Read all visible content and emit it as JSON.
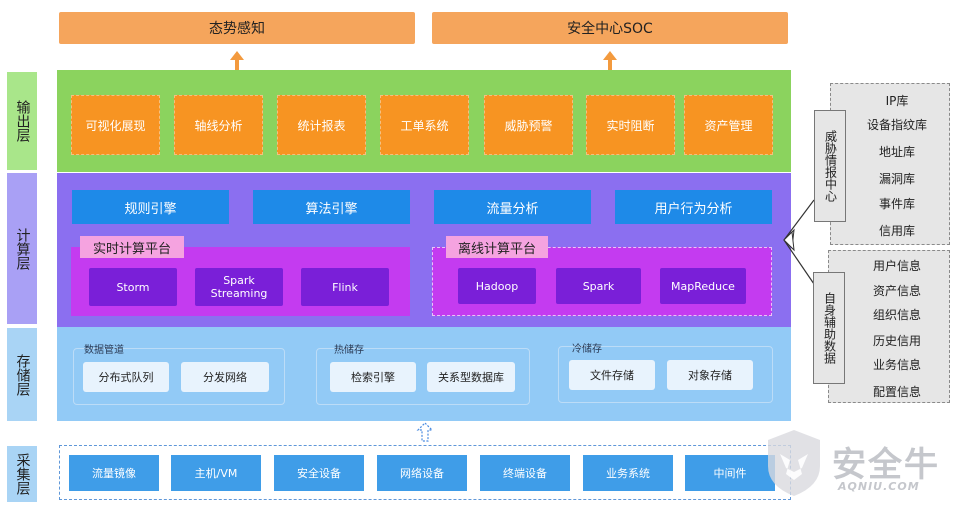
{
  "top": {
    "left": "态势感知",
    "right": "安全中心SOC"
  },
  "layers": {
    "output": "输出层",
    "compute": "计算层",
    "storage": "存储层",
    "collect": "采集层"
  },
  "output_items": [
    "可视化展现",
    "轴线分析",
    "统计报表",
    "工单系统",
    "威胁预警",
    "实时阻断",
    "资产管理"
  ],
  "compute": {
    "engines": [
      "规则引擎",
      "算法引擎",
      "流量分析",
      "用户行为分析"
    ],
    "realtime": {
      "title": "实时计算平台",
      "items": [
        "Storm",
        "Spark\nStreaming",
        "Flink"
      ]
    },
    "offline": {
      "title": "离线计算平台",
      "items": [
        "Hadoop",
        "Spark",
        "MapReduce"
      ]
    }
  },
  "storage": {
    "groups": [
      {
        "title": "数据管道",
        "items": [
          "分布式队列",
          "分发网络"
        ]
      },
      {
        "title": "热储存",
        "items": [
          "检索引擎",
          "关系型数据库"
        ]
      },
      {
        "title": "冷储存",
        "items": [
          "文件存储",
          "对象存储"
        ]
      }
    ]
  },
  "collect_items": [
    "流量镜像",
    "主机/VM",
    "安全设备",
    "网络设备",
    "终端设备",
    "业务系统",
    "中间件"
  ],
  "threat_intel": {
    "title": "威胁情报中心",
    "items": [
      "IP库",
      "设备指纹库",
      "地址库",
      "漏洞库",
      "事件库",
      "信用库"
    ]
  },
  "self_data": {
    "title": "自身辅助数据",
    "items": [
      "用户信息",
      "资产信息",
      "组织信息",
      "历史信用",
      "业务信息",
      "配置信息"
    ]
  },
  "watermark": {
    "text": "安全牛",
    "sub": "AQNIU.COM"
  }
}
